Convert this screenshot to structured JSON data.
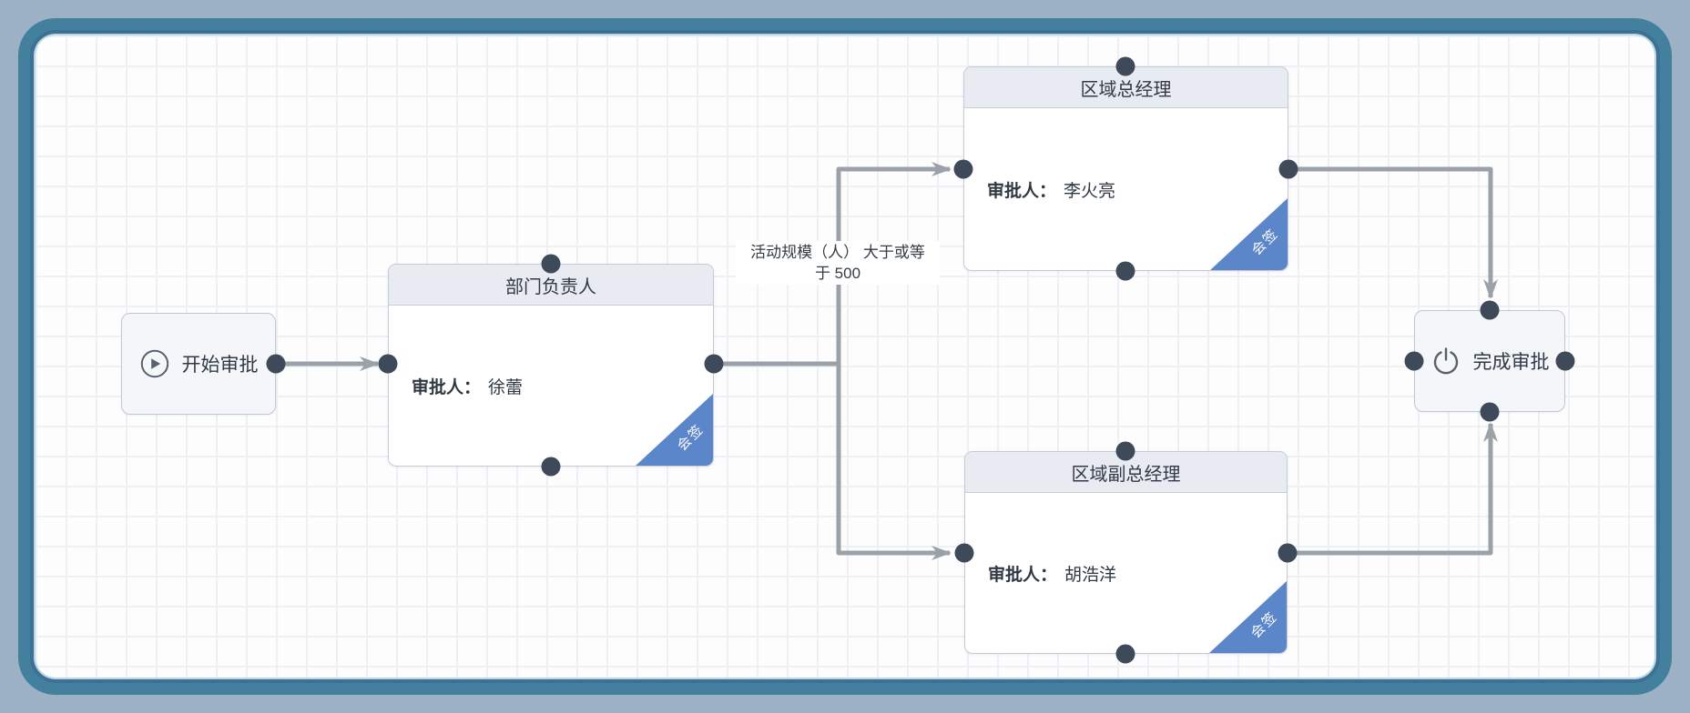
{
  "nodes": {
    "start": {
      "label": "开始审批"
    },
    "department_head": {
      "title": "部门负责人",
      "approver_label": "审批人：",
      "approver_name": "徐蕾",
      "badge": "会签"
    },
    "regional_gm": {
      "title": "区域总经理",
      "approver_label": "审批人：",
      "approver_name": "李火亮",
      "badge": "会签"
    },
    "regional_deputy_gm": {
      "title": "区域副总经理",
      "approver_label": "审批人：",
      "approver_name": "胡浩洋",
      "badge": "会签"
    },
    "end": {
      "label": "完成审批"
    }
  },
  "edges": {
    "condition": {
      "line1": "活动规模（人） 大于或等",
      "line2": "于 500",
      "full_text": "活动规模（人） 大于或等于 500"
    }
  },
  "colors": {
    "page_bg": "#9db1c5",
    "frame_teal": "#42809e",
    "frame_dark": "#3d7093",
    "frame_light": "#b9d6e6",
    "canvas_bg": "#fdfdfe",
    "grid_line": "#eef0f6",
    "node_border": "#c6cad3",
    "node_header_bg": "#e9ebf3",
    "endpoint_bg": "#f4f6fa",
    "port_dot": "#3e4a59",
    "edge_line": "#9aa1a8",
    "badge_blue": "#5c86ca",
    "text_primary": "#303a46"
  }
}
